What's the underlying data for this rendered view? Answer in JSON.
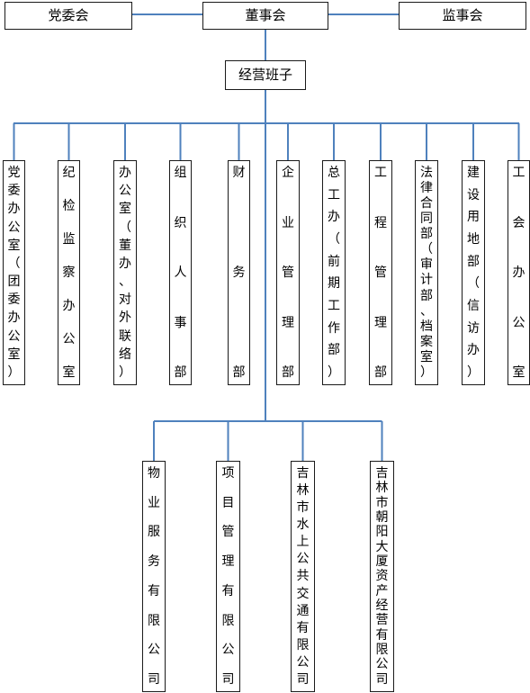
{
  "top": {
    "party_committee": "党委会",
    "board": "董事会",
    "supervisory": "监事会"
  },
  "management": "经营班子",
  "departments": [
    {
      "name": "党委办公室（团委办公室）"
    },
    {
      "name": "纪检监察办公室"
    },
    {
      "name": "办公室（董办、对外联络）"
    },
    {
      "name": "组织人事部"
    },
    {
      "name": "财务部"
    },
    {
      "name": "企业管理部"
    },
    {
      "name": "总工办（前期工作部）"
    },
    {
      "name": "工程管理部"
    },
    {
      "name": "法律合同部（审计部、档案室）"
    },
    {
      "name": "建设用地部（信访办）"
    },
    {
      "name": "工会办公室"
    }
  ],
  "subsidiaries": [
    {
      "name": "物业服务有限公司"
    },
    {
      "name": "项目管理有限公司"
    },
    {
      "name": "吉林市水上公共交通有限公司"
    },
    {
      "name": "吉林市朝阳大厦资产经营有限公司"
    }
  ],
  "colors": {
    "connector": "#4f81bd",
    "border": "#1a1a1a",
    "background": "#ffffff"
  }
}
